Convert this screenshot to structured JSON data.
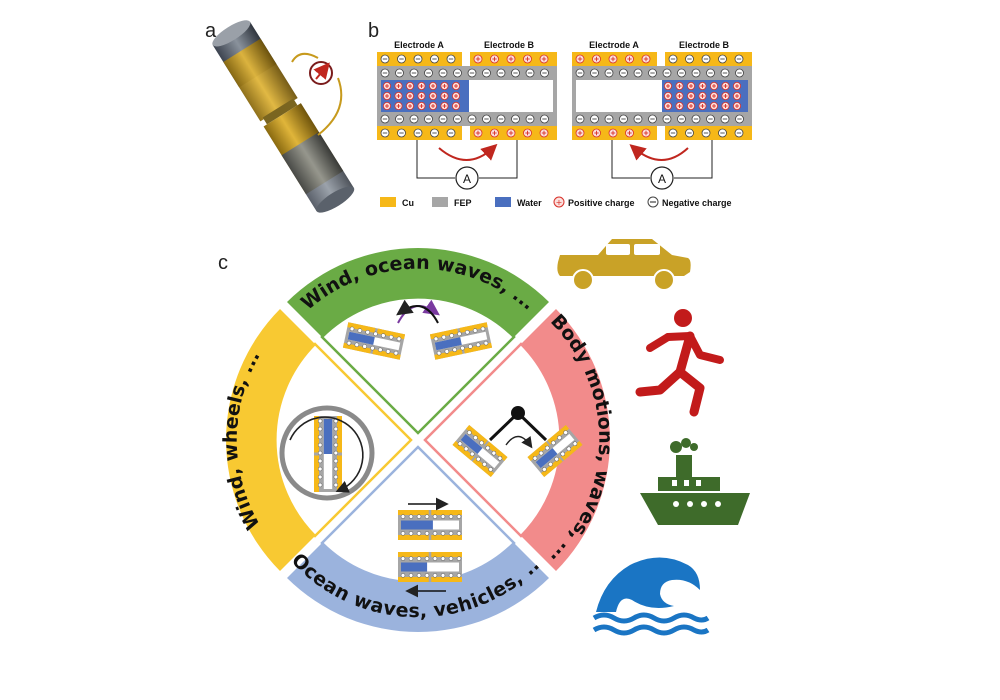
{
  "panels": {
    "a": "a",
    "b": "b",
    "c": "c"
  },
  "panel_b": {
    "electrode_a": "Electrode A",
    "electrode_b": "Electrode B",
    "ammeter": "A"
  },
  "legend": [
    {
      "key": "cu",
      "label": "Cu",
      "color": "#f6b818"
    },
    {
      "key": "fep",
      "label": "FEP",
      "color": "#a6a6a6"
    },
    {
      "key": "water",
      "label": "Water",
      "color": "#4a6fbf"
    },
    {
      "key": "positive",
      "label": "Positive charge",
      "color": "#d8312a"
    },
    {
      "key": "negative",
      "label": "Negative charge",
      "color": "#555555"
    }
  ],
  "ring": {
    "top": {
      "label": "Wind, ocean waves, ...",
      "color": "#6aab45"
    },
    "right": {
      "label": "Body motions, waves, ...",
      "color": "#f28b8b"
    },
    "bottom": {
      "label": "Ocean waves, vehicles, ...",
      "color": "#9bb3dd"
    },
    "left": {
      "label": "Wind, wheels, ...",
      "color": "#f8c932"
    }
  },
  "icons": {
    "car": {
      "color": "#c9a227"
    },
    "runner": {
      "color": "#c21b1b"
    },
    "ship": {
      "color": "#3e6b2a"
    },
    "wave": {
      "color": "#1a75c4"
    }
  }
}
